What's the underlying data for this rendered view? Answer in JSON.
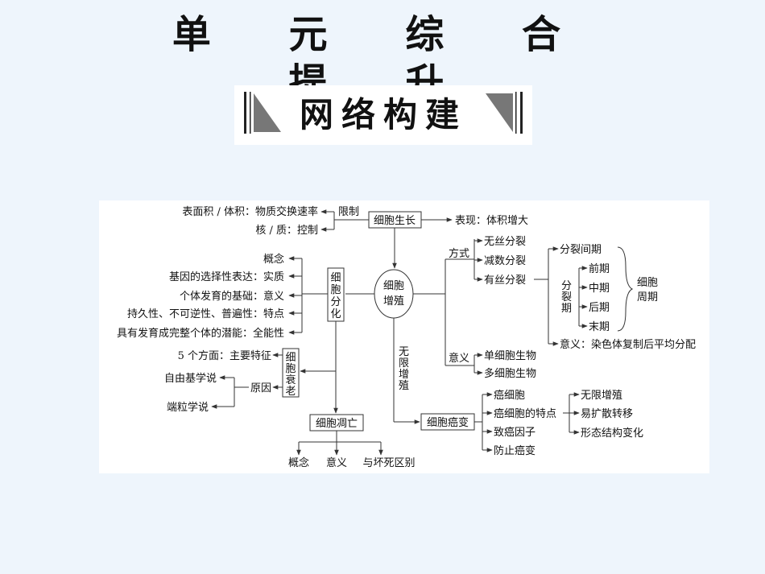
{
  "title": {
    "line1": "单 元 综 合",
    "line2": "提 升"
  },
  "banner": {
    "text": "网络构建"
  },
  "diagram": {
    "core": {
      "line1": "细胞",
      "line2": "增殖"
    },
    "growth": {
      "node": "细胞生长",
      "limit_label": "限制",
      "limit_items": [
        "表面积 / 体积：物质交换速率",
        "核 / 质：控制"
      ],
      "manifest": "表现：体积增大"
    },
    "method": {
      "label": "方式",
      "items": [
        "无丝分裂",
        "减数分裂",
        "有丝分裂"
      ],
      "interphase": "分裂间期",
      "division_phase": [
        "分",
        "裂",
        "期"
      ],
      "phases": [
        "前期",
        "中期",
        "后期",
        "末期"
      ],
      "cycle": [
        "细胞",
        "周期"
      ],
      "significance": "意义：染色体复制后平均分配"
    },
    "meaning": {
      "label": "意义",
      "items": [
        "单细胞生物",
        "多细胞生物"
      ]
    },
    "differentiation": {
      "node": [
        "细",
        "胞",
        "分",
        "化"
      ],
      "items": [
        "概念",
        "基因的选择性表达：实质",
        "个体发育的基础：意义",
        "持久性、不可逆性、普遍性：特点",
        "具有发育成完整个体的潜能：全能性"
      ]
    },
    "aging": {
      "node": [
        "细",
        "胞",
        "衰",
        "老"
      ],
      "features": "5 个方面：主要特征",
      "cause": "原因",
      "theories": [
        "自由基学说",
        "端粒学说"
      ]
    },
    "apoptosis": {
      "node": "细胞凋亡",
      "items": [
        "概念",
        "意义",
        "与坏死区别"
      ]
    },
    "unlimited": [
      "无",
      "限",
      "增",
      "殖"
    ],
    "cancer": {
      "node": "细胞癌变",
      "items": [
        "癌细胞",
        "癌细胞的特点",
        "致癌因子",
        "防止癌变"
      ],
      "traits": [
        "无限增殖",
        "易扩散转移",
        "形态结构变化"
      ]
    }
  }
}
